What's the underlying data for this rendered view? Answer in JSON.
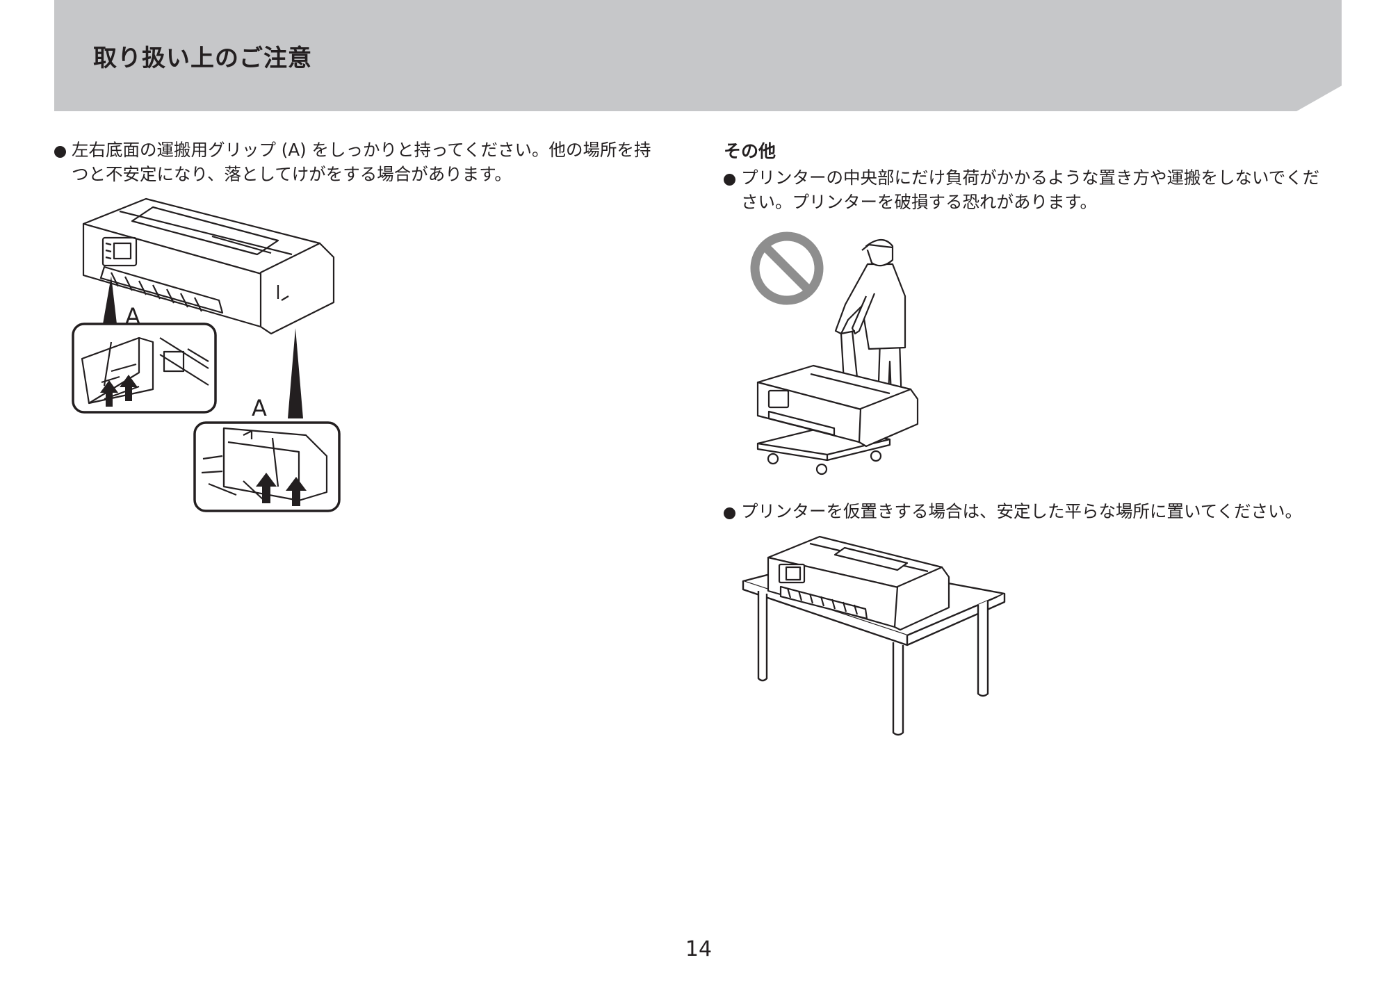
{
  "header": {
    "title": "取り扱い上のご注意"
  },
  "left": {
    "bullet1": {
      "line1": "左右底面の運搬用グリップ (A) をしっかりと持ってください。他の場所を持",
      "line2": "つと不安定になり、落としてけがをする場合があります。"
    },
    "figure_labels": {
      "a_top": "A",
      "a_bottom": "A"
    }
  },
  "right": {
    "section_title": "その他",
    "bullet1": {
      "line1": "プリンターの中央部にだけ負荷がかかるような置き方や運搬をしないでくだ",
      "line2": "さい。プリンターを破損する恐れがあります。"
    },
    "bullet2": {
      "line1": "プリンターを仮置きする場合は、安定した平らな場所に置いてください。"
    }
  },
  "footer": {
    "page_number": "14"
  },
  "colors": {
    "header_band": "#c6c7c9",
    "prohibition_icon": "#8e8e8e",
    "ink": "#231f20"
  }
}
